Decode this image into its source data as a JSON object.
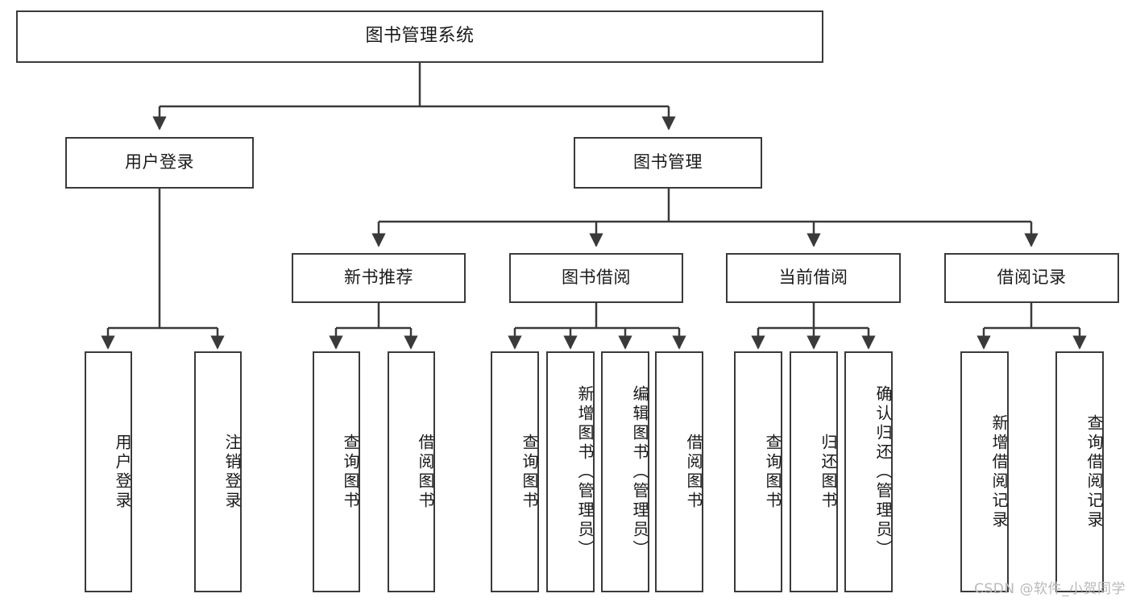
{
  "diagram": {
    "title": "图书管理系统",
    "watermark": "CSDN @软件_小贺同学",
    "line_color": "#3a3a3a",
    "box_fill": "#ffffff",
    "text_color": "#1a1a1a",
    "root": {
      "label": "图书管理系统"
    },
    "level2": [
      {
        "label": "用户登录"
      },
      {
        "label": "图书管理"
      }
    ],
    "level3": [
      {
        "label": "新书推荐"
      },
      {
        "label": "图书借阅"
      },
      {
        "label": "当前借阅"
      },
      {
        "label": "借阅记录"
      }
    ],
    "leaves": {
      "user_login": [
        {
          "label": "用户登录"
        },
        {
          "label": "注销登录"
        }
      ],
      "new_books": [
        {
          "label": "查询图书"
        },
        {
          "label": "借阅图书"
        }
      ],
      "book_borrow": [
        {
          "label": "查询图书"
        },
        {
          "label": "新增图书（管理员）"
        },
        {
          "label": "编辑图书（管理员）"
        },
        {
          "label": "借阅图书"
        }
      ],
      "current_borrow": [
        {
          "label": "查询图书"
        },
        {
          "label": "归还图书"
        },
        {
          "label": "确认归还（管理员）"
        }
      ],
      "borrow_records": [
        {
          "label": "新增借阅记录"
        },
        {
          "label": "查询借阅记录"
        }
      ]
    }
  }
}
